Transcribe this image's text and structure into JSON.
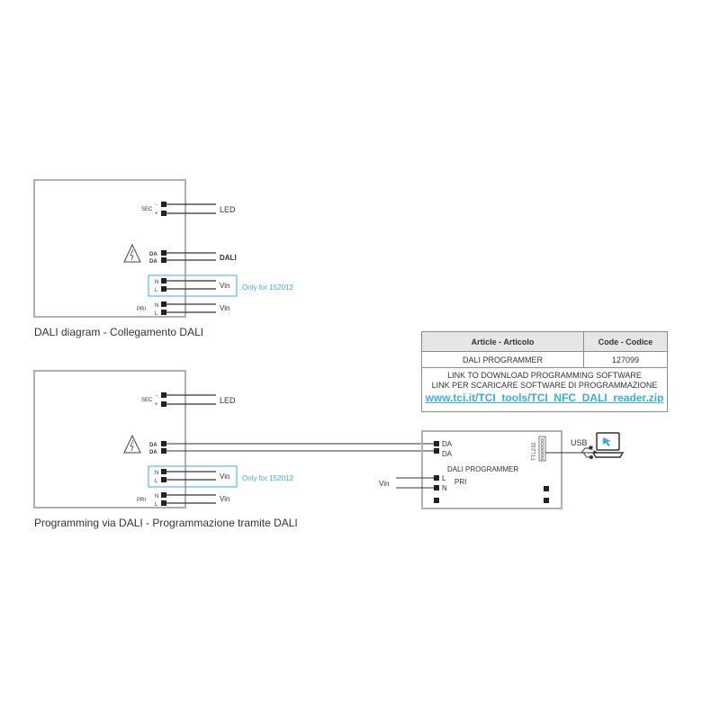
{
  "diagram1": {
    "sec": "SEC",
    "sec_minus": "-",
    "sec_plus": "+",
    "led": "LED",
    "da1": "DA",
    "da2": "DA",
    "dali": "DALI",
    "n": "N",
    "l": "L",
    "vin_box": "Vin",
    "only_for": "Only for 152012",
    "pri": "PRI",
    "pri_n": "N",
    "pri_l": "L",
    "vin": "Vin",
    "caption": "DALI diagram - Collegamento DALI"
  },
  "diagram2": {
    "sec": "SEC",
    "sec_minus": "-",
    "sec_plus": "+",
    "led": "LED",
    "da1": "DA",
    "da2": "DA",
    "n": "N",
    "l": "L",
    "vin_box": "Vin",
    "only_for": "Only for 152012",
    "pri": "PRI",
    "pri_n": "N",
    "pri_l": "L",
    "vin": "Vin",
    "caption": "Programming via DALI - Programmazione tramite DALI"
  },
  "programmer": {
    "da1": "DA",
    "da2": "DA",
    "title": "DALI PROGRAMMER",
    "l": "L",
    "n": "N",
    "pri": "PRI",
    "vin": "Vin",
    "ttl": "TTL232",
    "usb": "USB"
  },
  "info_table": {
    "header_article": "Article - Articolo",
    "header_code": "Code - Codice",
    "article": "DALI PROGRAMMER",
    "code": "127099",
    "link_en": "LINK TO DOWNLOAD PROGRAMMING SOFTWARE",
    "link_it": "LINK PER SCARICARE SOFTWARE DI PROGRAMMAZIONE",
    "url": "www.tci.it/TCI_tools/TCI_NFC_DALI_reader.zip"
  },
  "colors": {
    "accent": "#3aaee0",
    "line": "#333333",
    "box_border": "#b0b0b0"
  }
}
